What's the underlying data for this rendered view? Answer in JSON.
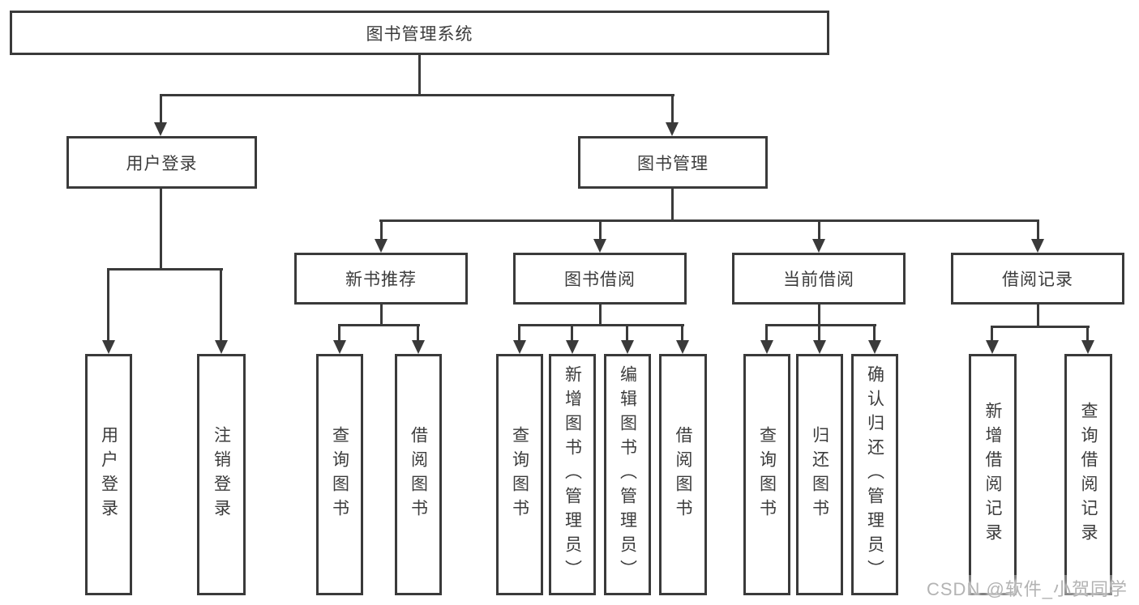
{
  "colors": {
    "line": "#3a3a3a",
    "text": "#3c3c3c",
    "watermark": "#b3b3b3",
    "background": "#ffffff"
  },
  "diagram": {
    "root": "图书管理系统",
    "branches": [
      {
        "label": "用户登录",
        "children": [
          {
            "label": "用户登录"
          },
          {
            "label": "注销登录"
          }
        ]
      },
      {
        "label": "图书管理",
        "children": [
          {
            "label": "新书推荐",
            "children": [
              {
                "label": "查询图书"
              },
              {
                "label": "借阅图书"
              }
            ]
          },
          {
            "label": "图书借阅",
            "children": [
              {
                "label": "查询图书"
              },
              {
                "label": "新增图书（管理员）"
              },
              {
                "label": "编辑图书（管理员）"
              },
              {
                "label": "借阅图书"
              }
            ]
          },
          {
            "label": "当前借阅",
            "children": [
              {
                "label": "查询图书"
              },
              {
                "label": "归还图书"
              },
              {
                "label": "确认归还（管理员）"
              }
            ]
          },
          {
            "label": "借阅记录",
            "children": [
              {
                "label": "新增借阅记录"
              },
              {
                "label": "查询借阅记录"
              }
            ]
          }
        ]
      }
    ]
  },
  "watermark": {
    "text": "CSDN @软件_小贺同学"
  }
}
